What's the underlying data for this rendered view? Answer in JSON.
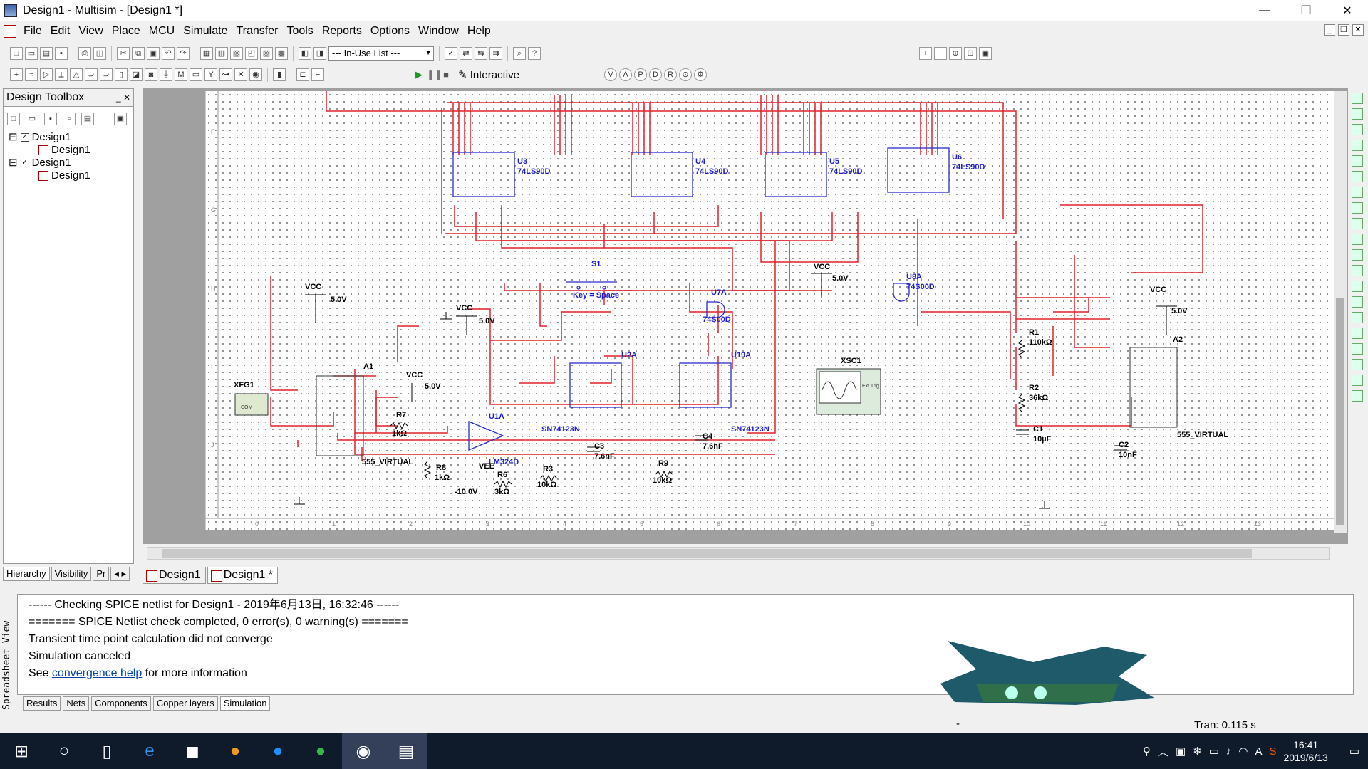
{
  "window": {
    "title": "Design1 - Multisim - [Design1 *]"
  },
  "menu": [
    "File",
    "Edit",
    "View",
    "Place",
    "MCU",
    "Simulate",
    "Transfer",
    "Tools",
    "Reports",
    "Options",
    "Window",
    "Help"
  ],
  "toolbar": {
    "inuse_list": "--- In-Use List ---",
    "interactive": "Interactive"
  },
  "toolbox": {
    "title": "Design Toolbox",
    "tree": [
      {
        "label": "Design1",
        "child": "Design1"
      },
      {
        "label": "Design1",
        "child": "Design1"
      }
    ],
    "tabs": [
      "Hierarchy",
      "Visibility",
      "Pr"
    ]
  },
  "doc_tabs": [
    "Design1",
    "Design1 *"
  ],
  "schematic": {
    "labels": {
      "u3": "U3",
      "u4": "U4",
      "u5": "U5",
      "u6": "U6",
      "ls90": "74LS90D",
      "s1": "S1",
      "key": "Key = Space",
      "u7a": "U7A",
      "u8a": "U8A",
      "s00": "74S00D",
      "vcc": "VCC",
      "v5": "5.0V",
      "vee": "VEE",
      "vm10": "-10.0V",
      "a1": "A1",
      "a2": "A2",
      "v555": "555_VIRTUAL",
      "xfg1": "XFG1",
      "xsc1": "XSC1",
      "com": "COM",
      "ext": "Ext Trig",
      "r7": "R7",
      "r7v": "1kΩ",
      "r8": "R8",
      "r8v": "1kΩ",
      "r6": "R6",
      "r6v": "3kΩ",
      "r3": "R3",
      "r3v": "10kΩ",
      "r9": "R9",
      "r9v": "10kΩ",
      "c3": "C3",
      "c3v": "7.6nF",
      "c4": "C4",
      "c4v": "7.6nF",
      "u1a": "U1A",
      "lm324": "LM324D",
      "u2a": "U2A",
      "u19a": "U19A",
      "sn": "SN74123N",
      "r1": "R1",
      "r1v": "110kΩ",
      "r2": "R2",
      "r2v": "36kΩ",
      "c1": "C1",
      "c1v": "10µF",
      "c2": "C2",
      "c2v": "10nF"
    },
    "ruler_top": [
      "0",
      "1",
      "2",
      "3",
      "4",
      "5",
      "6",
      "7",
      "8",
      "9",
      "10",
      "11",
      "12",
      "13"
    ],
    "ruler_side": [
      "F",
      "G",
      "H",
      "I",
      "J"
    ]
  },
  "spreadsheet": {
    "side_label": "Spreadsheet View",
    "log": [
      "------ Checking SPICE netlist for Design1 - 2019年6月13日, 16:32:46 ------",
      "======= SPICE Netlist check completed, 0 error(s), 0 warning(s) =======",
      "Transient time point calculation did not converge",
      "Simulation canceled"
    ],
    "see": "See",
    "link": "convergence help",
    "after": "for more information",
    "tabs": [
      "Results",
      "Nets",
      "Components",
      "Copper layers",
      "Simulation"
    ]
  },
  "status": {
    "dash": "-",
    "tran": "Tran: 0.115 s"
  },
  "taskbar": {
    "time": "16:41",
    "date": "2019/6/13"
  }
}
